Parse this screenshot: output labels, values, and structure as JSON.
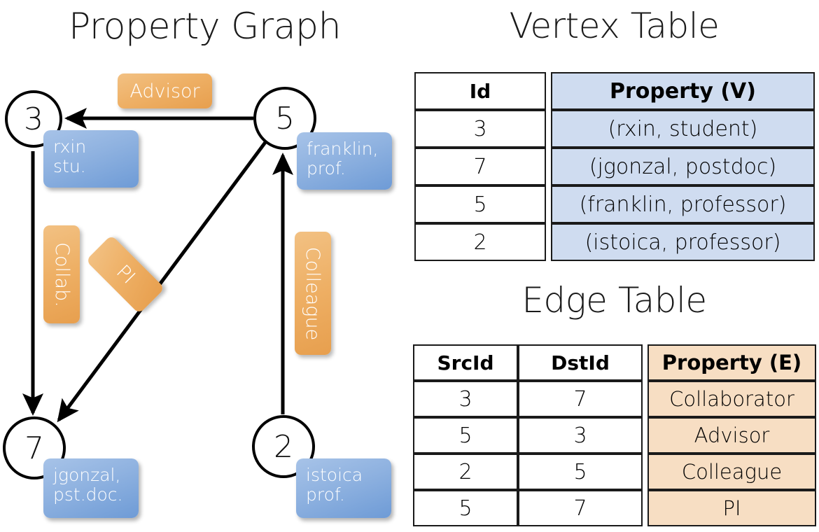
{
  "titles": {
    "graph": "Property Graph",
    "vertex_table": "Vertex Table",
    "edge_table": "Edge Table"
  },
  "graph": {
    "nodes": [
      {
        "id": "3",
        "property": "rxin\nstu."
      },
      {
        "id": "5",
        "property": "franklin,\nprof."
      },
      {
        "id": "7",
        "property": "jgonzal,\npst.doc."
      },
      {
        "id": "2",
        "property": "istoica\nprof."
      }
    ],
    "node_labels": {
      "n3": "3",
      "n5": "5",
      "n7": "7",
      "n2": "2"
    },
    "property_boxes": {
      "rxin_line1": "rxin",
      "rxin_line2": "stu.",
      "franklin_line1": "franklin,",
      "franklin_line2": "prof.",
      "jgonzal_line1": "jgonzal,",
      "jgonzal_line2": "pst.doc.",
      "istoica_line1": "istoica",
      "istoica_line2": "prof."
    },
    "edge_labels": {
      "advisor": "Advisor",
      "collab": "Collab.",
      "pi": "PI",
      "colleague": "Colleague"
    },
    "edges": [
      {
        "src": "5",
        "dst": "3",
        "label": "Advisor"
      },
      {
        "src": "3",
        "dst": "7",
        "label": "Collab."
      },
      {
        "src": "5",
        "dst": "7",
        "label": "PI"
      },
      {
        "src": "2",
        "dst": "5",
        "label": "Colleague"
      }
    ]
  },
  "vertex_table": {
    "headers": [
      "Id",
      "Property (V)"
    ],
    "rows": [
      {
        "id": "3",
        "property": "(rxin, student)"
      },
      {
        "id": "7",
        "property": "(jgonzal, postdoc)"
      },
      {
        "id": "5",
        "property": "(franklin, professor)"
      },
      {
        "id": "2",
        "property": "(istoica, professor)"
      }
    ]
  },
  "edge_table": {
    "headers": [
      "SrcId",
      "DstId",
      "Property (E)"
    ],
    "rows": [
      {
        "src": "3",
        "dst": "7",
        "property": "Collaborator"
      },
      {
        "src": "5",
        "dst": "3",
        "property": "Advisor"
      },
      {
        "src": "2",
        "dst": "5",
        "property": "Colleague"
      },
      {
        "src": "5",
        "dst": "7",
        "property": "PI"
      }
    ]
  },
  "colors": {
    "vertex_property_fill": "#cfdcf0",
    "edge_property_fill": "#f7dec3",
    "callout_blue": "#8fb2e0",
    "label_orange": "#eeaf64",
    "stroke": "#000000",
    "background": "#ffffff"
  }
}
